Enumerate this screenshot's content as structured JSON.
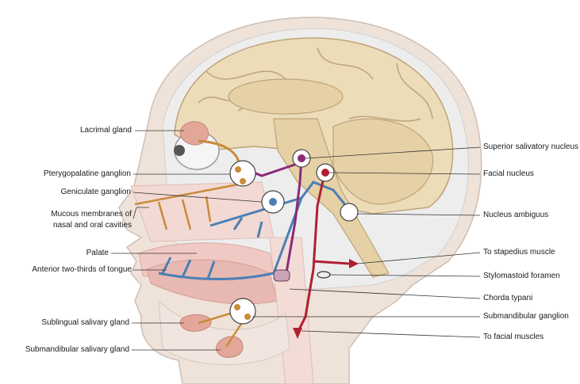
{
  "labels_left": [
    {
      "id": "lacrimal-gland",
      "text": "Lacrimal gland"
    },
    {
      "id": "pterygopalatine-ganglion",
      "text": "Pterygopalatine ganglion"
    },
    {
      "id": "geniculate-ganglion",
      "text": "Geniculate ganglion"
    },
    {
      "id": "mucous-membranes-1",
      "text": "Mucous membranes of"
    },
    {
      "id": "mucous-membranes-2",
      "text": "nasal and oral cavities"
    },
    {
      "id": "palate",
      "text": "Palate"
    },
    {
      "id": "anterior-tongue",
      "text": "Anterior two-thirds of tongue"
    },
    {
      "id": "sublingual-gland",
      "text": "Sublingual salivary gland"
    },
    {
      "id": "submandibular-gland",
      "text": "Submandibular salivary gland"
    }
  ],
  "labels_right": [
    {
      "id": "superior-salivatory-nucleus",
      "text": "Superior salivatory nucleus"
    },
    {
      "id": "facial-nucleus",
      "text": "Facial nucleus"
    },
    {
      "id": "nucleus-ambiguus",
      "text": "Nucleus ambiguus"
    },
    {
      "id": "to-stapedius",
      "text": "To stapedius muscle"
    },
    {
      "id": "stylomastoid-foramen",
      "text": "Stylomastoid foramen"
    },
    {
      "id": "chorda-tympani",
      "text": "Chorda typani"
    },
    {
      "id": "submandibular-ganglion",
      "text": "Submandibular ganglion"
    },
    {
      "id": "to-facial-muscles",
      "text": "To facial muscles"
    }
  ],
  "colors": {
    "skin": "#efe2d8",
    "skin_edge": "#cdbfb6",
    "skull": "#ededed",
    "brain": "#ecdcb8",
    "brain_edge": "#bfa37a",
    "orange_nerve": "#c98a3a",
    "blue_nerve": "#4a7fb5",
    "purple_nerve": "#8a2a78",
    "red_nerve": "#b02030",
    "gland": "#e3a79a",
    "leader": "#333333"
  }
}
